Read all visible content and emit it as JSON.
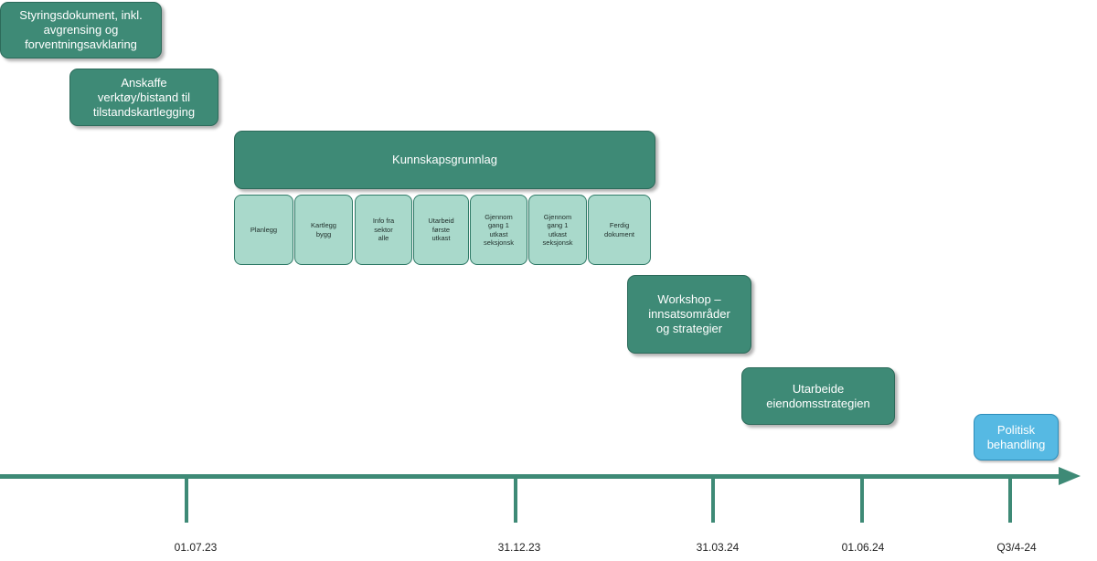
{
  "phases": {
    "styring": "Styringsdokument, inkl. avgrensing og forventningsavklaring",
    "anskaffe": "Anskaffe verktøy/bistand til tilstandskartlegging",
    "kunnskap": "Kunnskapsgrunnlag",
    "workshop": "Workshop – innsatsområder og strategier",
    "utarbeide": "Utarbeide eiendomsstrategien",
    "politisk": "Politisk behandling"
  },
  "substeps": [
    "Planlegg",
    "Kartlegg bygg",
    "Info fra sektor alle",
    "Utarbeid første utkast",
    "Gjennom gang 1 utkast seksjonsk",
    "Gjennom gang 1 utkast seksjonsk",
    "Ferdig dokument"
  ],
  "timeline": {
    "ticks": [
      "01.07.23",
      "31.12.23",
      "31.03.24",
      "01.06.24",
      "Q3/4-24"
    ]
  },
  "colors": {
    "primary": "#3e8a76",
    "substep": "#a9d9cb",
    "politisk": "#56b9e3"
  }
}
